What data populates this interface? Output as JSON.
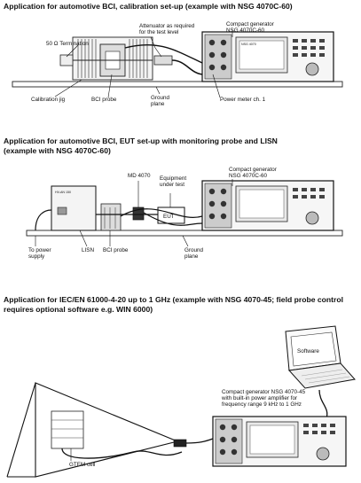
{
  "sections": [
    {
      "heading": "Application for automotive BCI, calibration set-up (example with NSG 4070C-60)",
      "labels": {
        "termination": "50 Ω Termination",
        "attenuator": "Attenuator as required for the test level",
        "generator": "Compact generator NSG 4070C-60",
        "jig": "Calibration jig",
        "probe": "BCI probe",
        "ground": "Ground plane",
        "meter": "Power meter ch. 1"
      }
    },
    {
      "heading": "Application for automotive BCI, EUT set-up with monitoring probe and LISN (example with NSG 4070C-60)",
      "labels": {
        "md": "MD 4070",
        "equipment": "Equipment under test",
        "generator": "Compact generator NSG 4070C-60",
        "lisn_unit": "HV-AN 150",
        "eut": "EUT",
        "supply": "To power supply",
        "lisn": "LISN",
        "probe": "BCI probe",
        "ground": "Ground plane"
      }
    },
    {
      "heading": "Application for IEC/EN 61000-4-20 up to 1 GHz (example with NSG 4070-45; field probe control requires optional software e.g. WIN 6000)",
      "labels": {
        "software": "Software",
        "generator": "Compact generator NSG 4070-45 with built-in power amplifier for frequency range 9 kHz to 1 GHz",
        "gtem": "GTEM cell"
      }
    }
  ],
  "generator_screen_title": "NSG 4070"
}
